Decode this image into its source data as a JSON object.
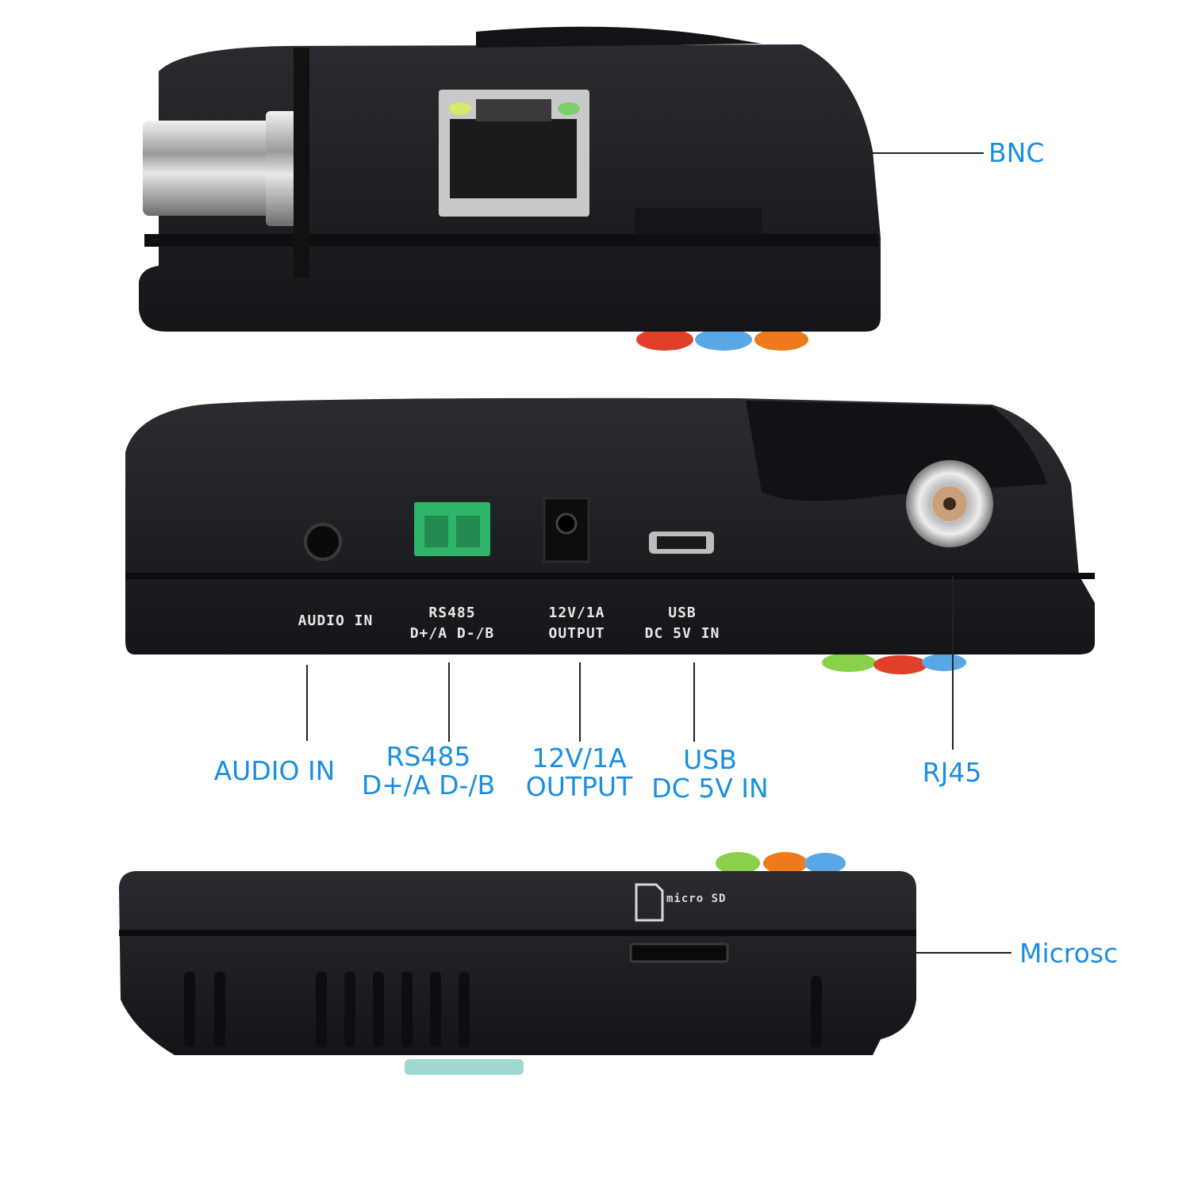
{
  "callouts": {
    "bnc": "BNC",
    "audio_in": "AUDIO IN",
    "rs485_line1": "RS485",
    "rs485_line2": "D+/A D-/B",
    "output_line1": "12V/1A",
    "output_line2": "OUTPUT",
    "usb_line1": "USB",
    "usb_line2": "DC 5V IN",
    "rj45": "RJ45",
    "microsd": "Microsc"
  },
  "printed_labels": {
    "audio_in": "AUDIO IN",
    "rs485_line1": "RS485",
    "rs485_line2": "D+/A D-/B",
    "output_line1": "12V/1A",
    "output_line2": "OUTPUT",
    "usb_line1": "USB",
    "usb_line2": "DC 5V IN",
    "microsd_logo": "micro SD"
  },
  "colors": {
    "callout_text": "#1a8ee0",
    "device_body": "#1c1d21",
    "terminal_green": "#2fb56a",
    "button_red": "#e0402a",
    "button_blue": "#5aa7e6",
    "button_orange": "#f07a1a",
    "button_green": "#8ad04a"
  }
}
